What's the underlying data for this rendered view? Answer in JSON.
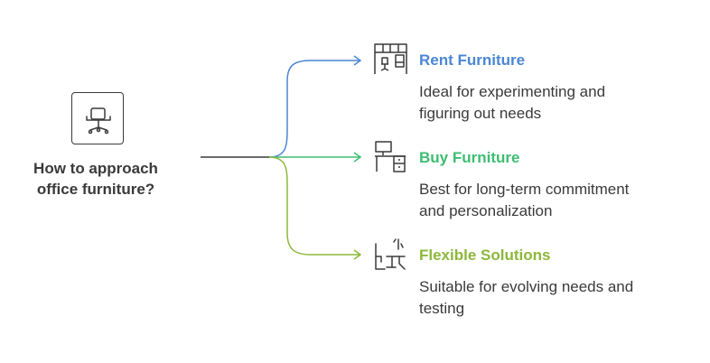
{
  "root": {
    "label_line1": "How to approach",
    "label_line2": "office furniture?",
    "icon": "office-chair-icon"
  },
  "branches": [
    {
      "title": "Rent Furniture",
      "desc_line1": "Ideal for experimenting and",
      "desc_line2": "figuring out needs",
      "color": "#4a86d4",
      "icon": "rental-showroom-icon"
    },
    {
      "title": "Buy Furniture",
      "desc_line1": "Best for long-term commitment",
      "desc_line2": "and personalization",
      "color": "#3dbd72",
      "icon": "desk-with-monitor-icon"
    },
    {
      "title": "Flexible Solutions",
      "desc_line1": "Suitable for evolving needs and",
      "desc_line2": "testing",
      "color": "#8cb83a",
      "icon": "adjustable-desk-icon"
    }
  ]
}
